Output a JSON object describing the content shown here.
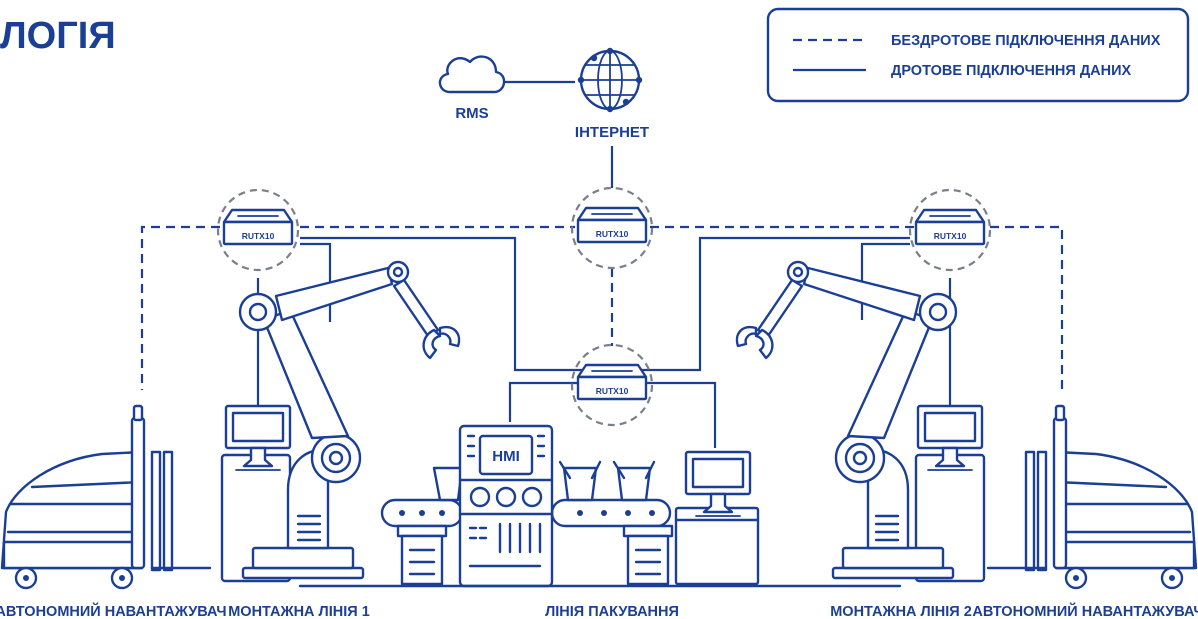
{
  "title": "ЛОГІЯ",
  "legend": {
    "wireless_label": "БЕЗДРОТОВЕ ПІДКЛЮЧЕННЯ ДАНИХ",
    "wired_label": "ДРОТОВЕ ПІДКЛЮЧЕННЯ ДАНИХ"
  },
  "cloud": {
    "label": "RMS",
    "icon": "cloud-icon"
  },
  "internet": {
    "label": "ІНТЕРНЕТ",
    "icon": "globe-icon"
  },
  "routers": [
    {
      "label": "RUTX10"
    },
    {
      "label": "RUTX10"
    },
    {
      "label": "RUTX10"
    },
    {
      "label": "RUTX10"
    }
  ],
  "hmi_label": "HMI",
  "captions": [
    "АВТОНОМНИЙ НАВАНТАЖУВАЧ",
    "МОНТАЖНА ЛІНІЯ 1",
    "ЛІНІЯ ПАКУВАННЯ",
    "МОНТАЖНА ЛІНІЯ 2",
    "АВТОНОМНИЙ НАВАНТАЖУВАЧ"
  ],
  "colors": {
    "primary": "#1b3f95",
    "ring": "#7a7f8c",
    "background": "#ffffff"
  }
}
